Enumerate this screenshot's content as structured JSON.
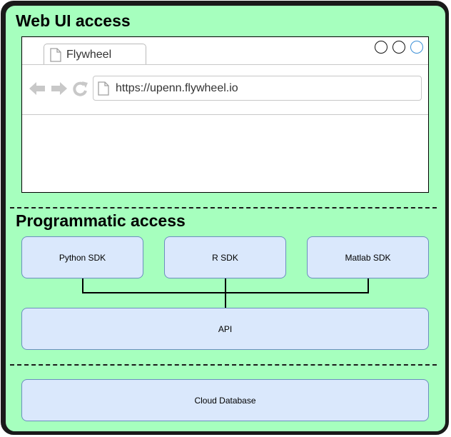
{
  "sections": {
    "web_title": "Web UI access",
    "programmatic_title": "Programmatic access"
  },
  "browser": {
    "tab_label": "Flywheel",
    "url": "https://upenn.flywheel.io"
  },
  "sdks": {
    "python": "Python SDK",
    "r": "R SDK",
    "matlab": "Matlab SDK"
  },
  "api": {
    "label": "API"
  },
  "database": {
    "label": "Cloud Database"
  },
  "colors": {
    "background": "#a6ffbe",
    "box_fill": "#dae8fc",
    "box_stroke": "#6c8ebf",
    "window_button_accent": "#3b8fd6"
  }
}
